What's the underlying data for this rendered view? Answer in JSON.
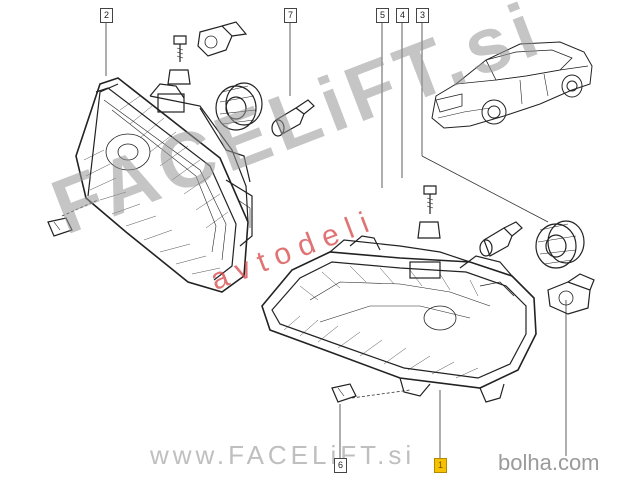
{
  "callouts": [
    {
      "id": "2",
      "highlight": false
    },
    {
      "id": "7",
      "highlight": false
    },
    {
      "id": "5",
      "highlight": false
    },
    {
      "id": "4",
      "highlight": false
    },
    {
      "id": "3",
      "highlight": false
    },
    {
      "id": "6",
      "highlight": false
    },
    {
      "id": "1",
      "highlight": true
    }
  ],
  "watermark": {
    "main": "FACELiFT.si",
    "sub": "avtodeli",
    "footer": "www.FACELiFT.si",
    "site": "bolha.com"
  },
  "colors": {
    "line": "#222222",
    "highlight": "#f6c200",
    "watermark_gray": "#969696",
    "watermark_red": "#d64444"
  }
}
